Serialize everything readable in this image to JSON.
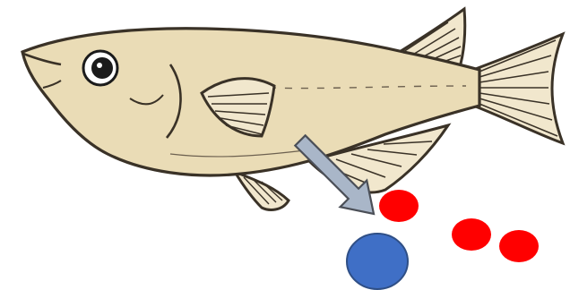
{
  "colors": {
    "fish_body": "#eadcb6",
    "fish_outline": "#3a3227",
    "fin_fill": "#f1e7cd",
    "eye_ring": "#1b1b1b",
    "arrow_fill": "#a9b6c8",
    "arrow_outline": "#4b4f57",
    "red_particle": "#ff0000",
    "blue_particle": "#3f6fc6",
    "blue_particle_outline": "#2f4f86",
    "background": "#ffffff"
  },
  "elements": {
    "fish": {
      "icon": "fish-illustration"
    },
    "arrow": {
      "icon": "diagonal-down-right-arrow"
    },
    "red_particles": [
      {
        "icon": "red-dot"
      },
      {
        "icon": "red-dot"
      },
      {
        "icon": "red-dot"
      }
    ],
    "blue_particle": {
      "icon": "blue-dot"
    }
  }
}
